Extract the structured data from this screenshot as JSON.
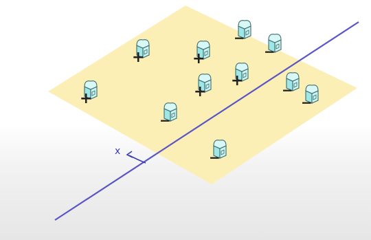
{
  "diagram": {
    "plane_color": "#fbefb6",
    "hyperplane_color": "#5a55c6",
    "normal_label": "x",
    "cube_fill": "#9fe6e6",
    "cube_stroke": "#3d6b6b",
    "points": [
      {
        "label": "+",
        "icon": "positive-sample-cube"
      },
      {
        "label": "+",
        "icon": "positive-sample-cube"
      },
      {
        "label": "+",
        "icon": "positive-sample-cube"
      },
      {
        "label": "+",
        "icon": "positive-sample-cube"
      },
      {
        "label": "+",
        "icon": "positive-sample-cube"
      },
      {
        "label": "−",
        "icon": "negative-sample-cube"
      },
      {
        "label": "−",
        "icon": "negative-sample-cube"
      },
      {
        "label": "−",
        "icon": "negative-sample-cube"
      },
      {
        "label": "−",
        "icon": "negative-sample-cube"
      },
      {
        "label": "−",
        "icon": "negative-sample-cube"
      },
      {
        "label": "−",
        "icon": "negative-sample-cube"
      }
    ]
  }
}
